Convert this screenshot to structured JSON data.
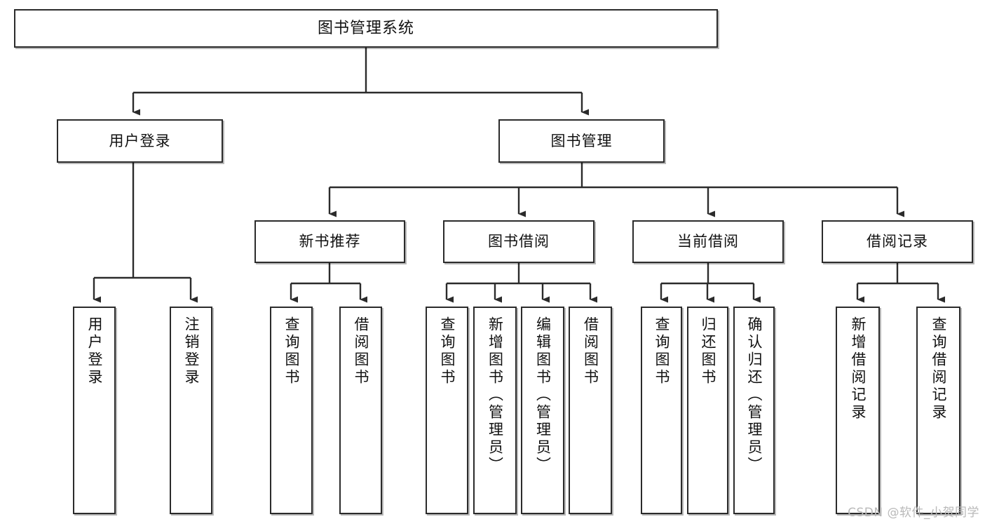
{
  "diagram": {
    "type": "tree-hierarchy-chart",
    "title_node": {
      "label": "图书管理系统"
    },
    "colors": {
      "box_border": "#2b2b2b",
      "box_fill": "#ffffff",
      "connector": "#2b2b2b",
      "text": "#111111",
      "watermark": "#b9b9b9",
      "background": "#ffffff"
    },
    "level2": [
      {
        "label": "用户登录"
      },
      {
        "label": "图书管理"
      }
    ],
    "level3": [
      {
        "label": "新书推荐"
      },
      {
        "label": "图书借阅"
      },
      {
        "label": "当前借阅"
      },
      {
        "label": "借阅记录"
      }
    ],
    "leaves": {
      "user_login": [
        {
          "label": "用户登录"
        },
        {
          "label": "注销登录"
        }
      ],
      "new_book_recommend": [
        {
          "label": "查询图书"
        },
        {
          "label": "借阅图书"
        }
      ],
      "book_borrow": [
        {
          "label": "查询图书"
        },
        {
          "label": "新增图书（管理员）"
        },
        {
          "label": "编辑图书（管理员）"
        },
        {
          "label": "借阅图书"
        }
      ],
      "current_borrow": [
        {
          "label": "查询图书"
        },
        {
          "label": "归还图书"
        },
        {
          "label": "确认归还（管理员）"
        }
      ],
      "borrow_record": [
        {
          "label": "新增借阅记录"
        },
        {
          "label": "查询借阅记录"
        }
      ]
    }
  },
  "watermark": {
    "text": "CSDN @软件_小贺同学"
  }
}
